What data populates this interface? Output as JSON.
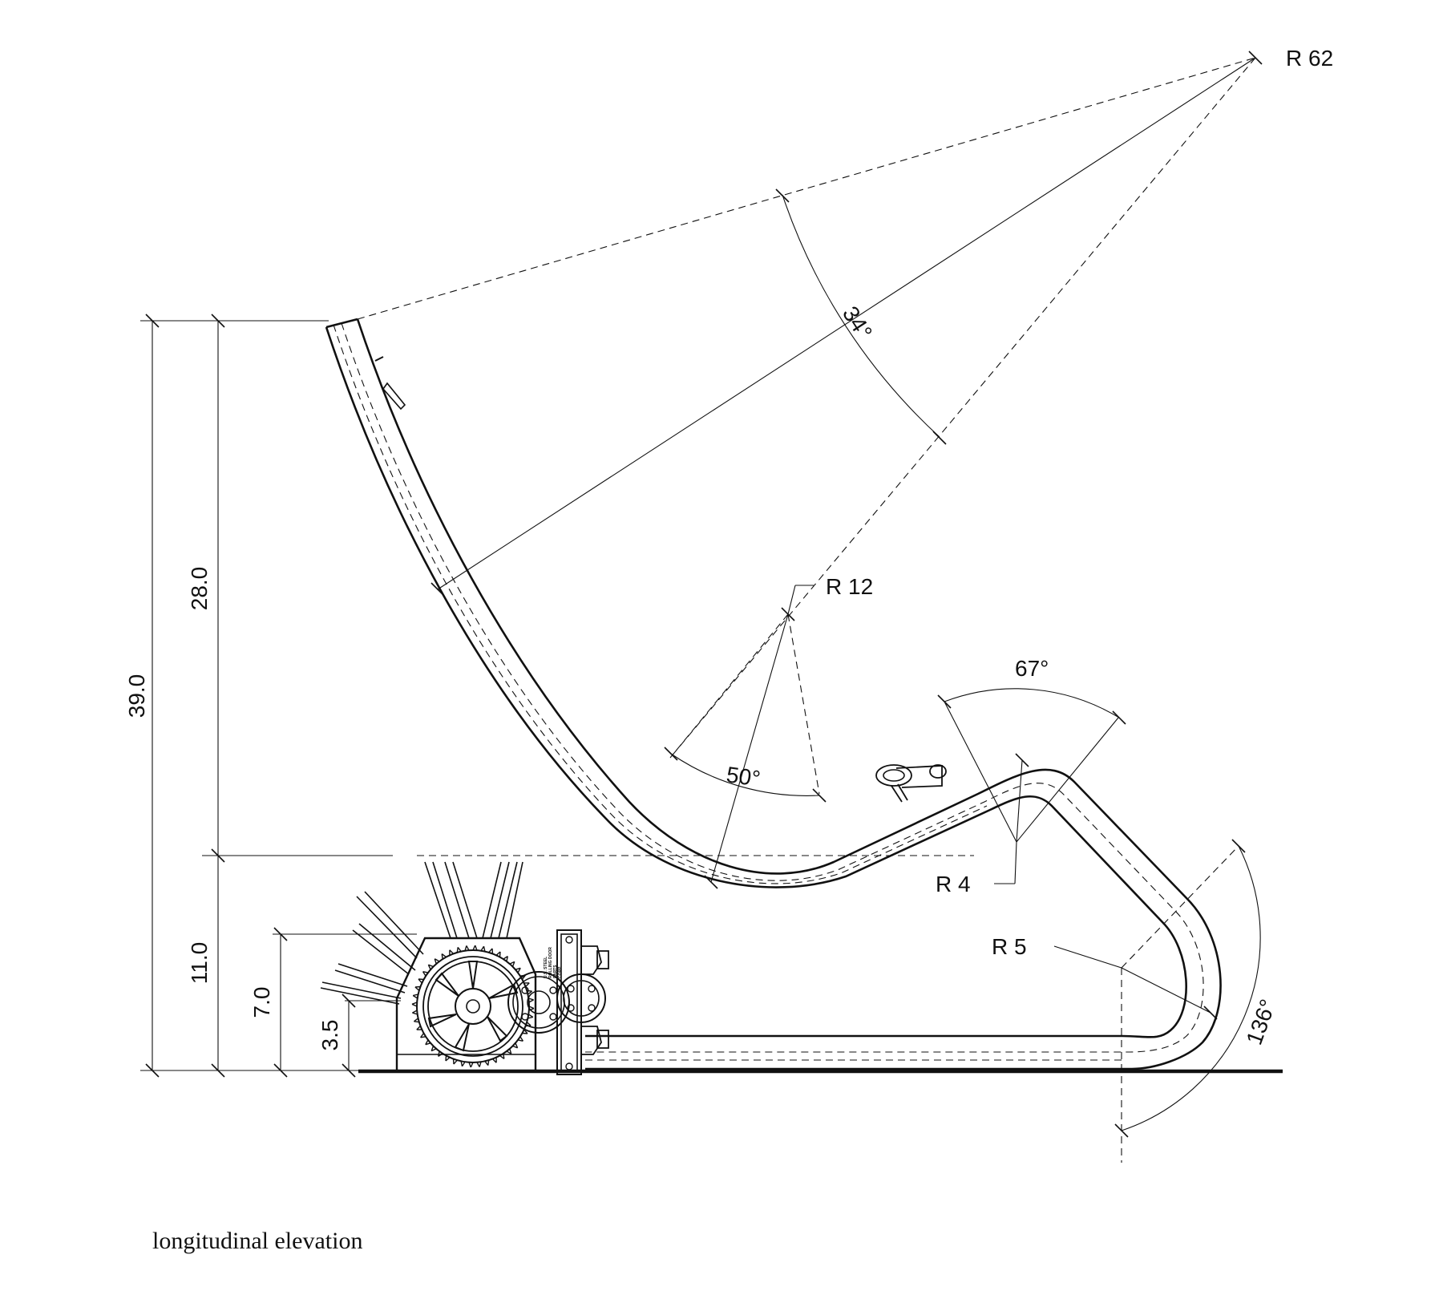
{
  "drawing": {
    "caption": "longitudinal elevation",
    "stencil_lines": [
      "U.S. STEEL",
      "ROLLING DOOR",
      "PARTS",
      "CORP."
    ],
    "vertical_dimensions": {
      "overall_height": "39.0",
      "seat_to_top": "28.0",
      "base_to_seat": "11.0",
      "gear_housing_height": "7.0",
      "axle_height": "3.5"
    },
    "radii": {
      "back_curve": "R 62",
      "seat_curve": "R 12",
      "knee_curve": "R 4",
      "foot_curve": "R 5"
    },
    "angles": {
      "back_arc": "34°",
      "seat_arc": "50°",
      "knee_arc": "67°",
      "foot_arc": "136°"
    },
    "colors": {
      "ink": "#111111",
      "background": "#ffffff"
    }
  }
}
